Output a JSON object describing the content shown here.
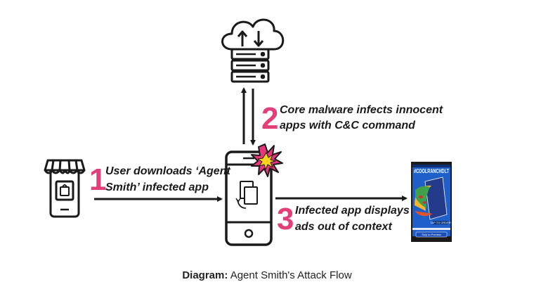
{
  "steps": [
    {
      "number": "1",
      "line1": "User downloads ‘Agent",
      "line2": "Smith’ infected app"
    },
    {
      "number": "2",
      "line1": "Core malware infects innocent",
      "line2": "apps with C&C command"
    },
    {
      "number": "3",
      "line1": "Infected app displays",
      "line2": "ads out of context"
    }
  ],
  "ad": {
    "brand": "#COOLRANCHDLT",
    "tagline": "TAP TO ORDER",
    "button": "Skip to Preview"
  },
  "caption": {
    "prefix": "Diagram:",
    "text": " Agent Smith's Attack Flow"
  },
  "colors": {
    "accent": "#e23f7a",
    "ink": "#1a1a1a",
    "ad_blue": "#1f5fc9"
  }
}
